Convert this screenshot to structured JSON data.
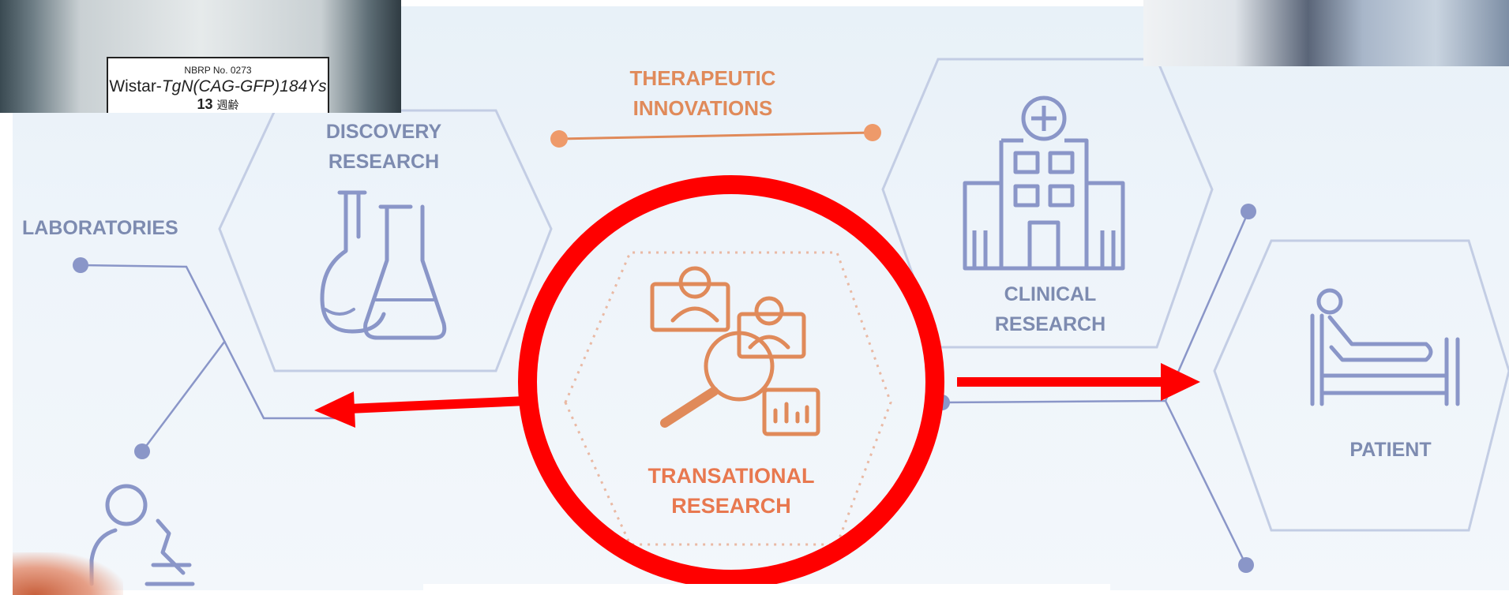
{
  "diagram": {
    "labels": {
      "therapeutic": [
        "THERAPEUTIC",
        "INNOVATIONS"
      ],
      "discovery": [
        "DISCOVERY",
        "RESEARCH"
      ],
      "laboratories": "LABORATORIES",
      "clinical": [
        "CLINICAL",
        "RESEARCH"
      ],
      "translational": [
        "TRANSATIONAL",
        "RESEARCH"
      ],
      "patient": "PATIENT"
    },
    "colors": {
      "blue": "#7d8bb0",
      "orange": "#e08a5a",
      "highlight_red": "#ff0000"
    },
    "icons": [
      "flasks-icon",
      "hospital-icon",
      "researchers-magnifier-icon",
      "patient-bed-icon",
      "scientist-microscope-icon"
    ]
  },
  "photo_left": {
    "label": {
      "line1": "NBRP No. 0273",
      "line2_prefix": "Wistar-",
      "line2_italic": "TgN(CAG-GFP)184Ys",
      "line3_number": "13",
      "line3_unit": "週齢"
    }
  }
}
